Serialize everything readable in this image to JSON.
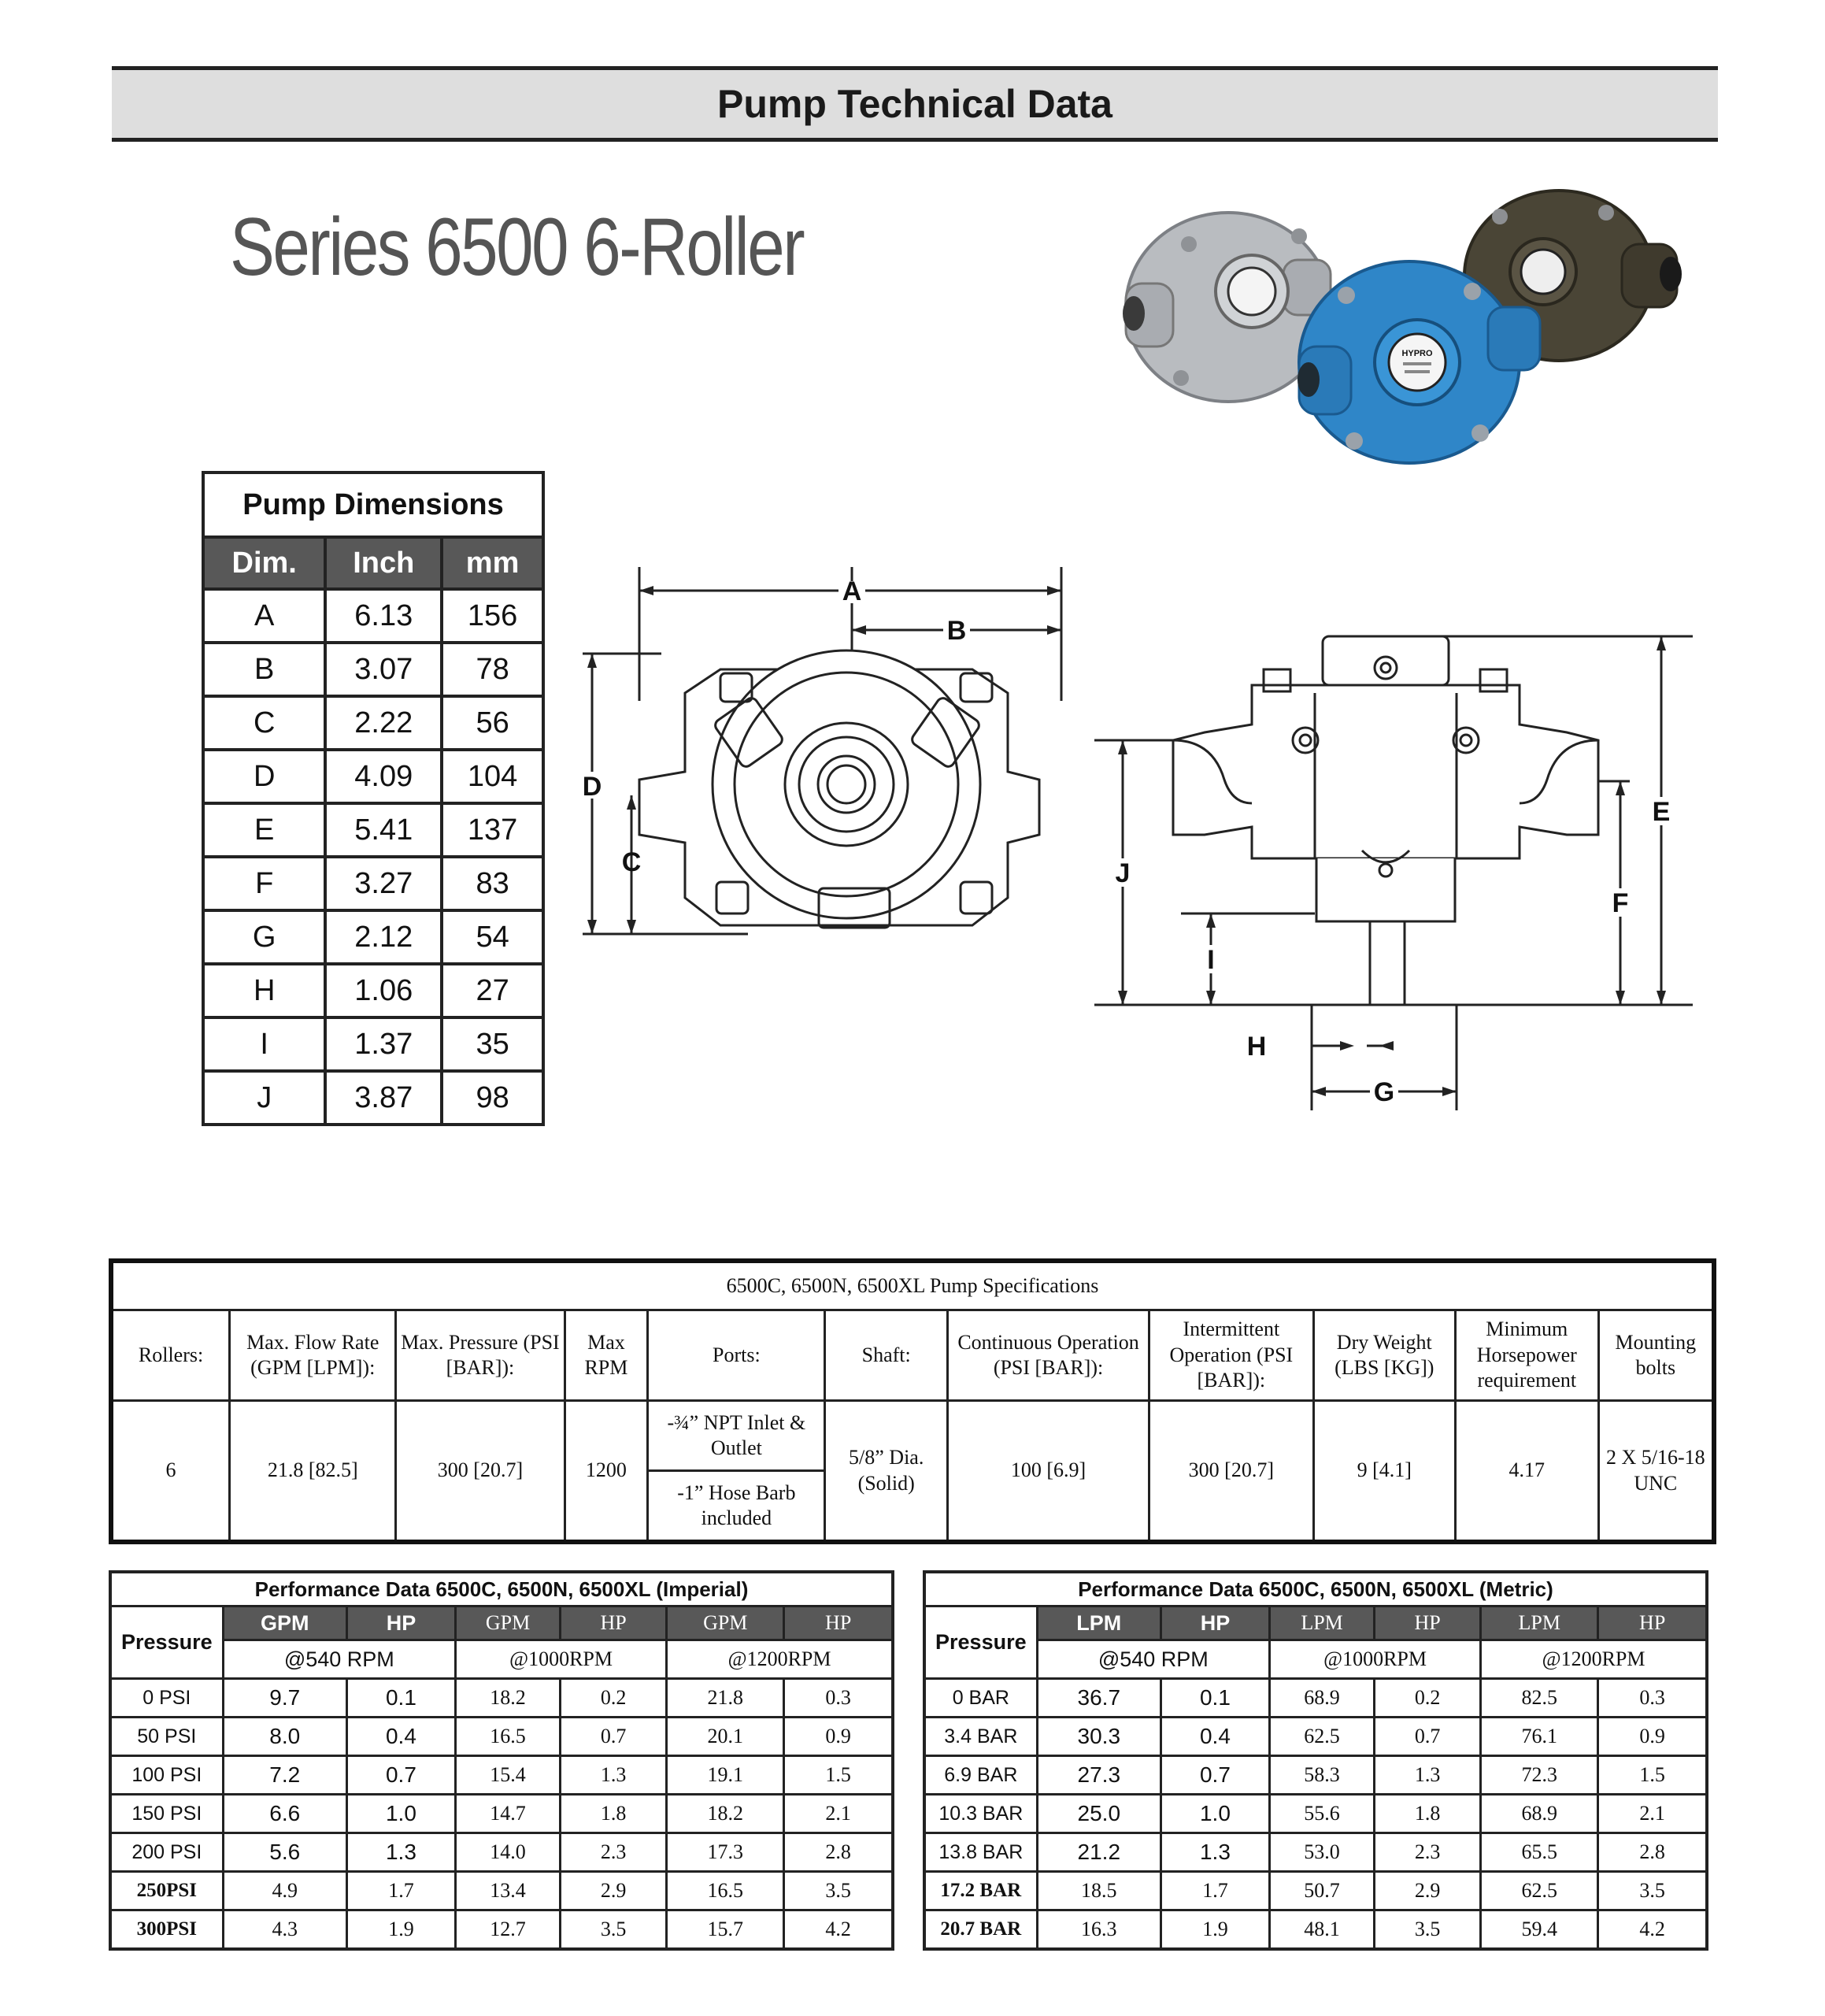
{
  "header": {
    "title": "Pump Technical Data"
  },
  "series_title": "Series 6500 6-Roller",
  "pump_image": {
    "brand_label": "HYPRO"
  },
  "dimensions_table": {
    "caption": "Pump Dimensions",
    "headers": [
      "Dim.",
      "Inch",
      "mm"
    ],
    "rows": [
      [
        "A",
        "6.13",
        "156"
      ],
      [
        "B",
        "3.07",
        "78"
      ],
      [
        "C",
        "2.22",
        "56"
      ],
      [
        "D",
        "4.09",
        "104"
      ],
      [
        "E",
        "5.41",
        "137"
      ],
      [
        "F",
        "3.27",
        "83"
      ],
      [
        "G",
        "2.12",
        "54"
      ],
      [
        "H",
        "1.06",
        "27"
      ],
      [
        "I",
        "1.37",
        "35"
      ],
      [
        "J",
        "3.87",
        "98"
      ]
    ]
  },
  "drawing_labels": {
    "A": "A",
    "B": "B",
    "C": "C",
    "D": "D",
    "E": "E",
    "F": "F",
    "G": "G",
    "H": "H",
    "I": "I",
    "J": "J"
  },
  "specs_table": {
    "title": "6500C, 6500N, 6500XL Pump Specifications",
    "headers": [
      "Rollers:",
      "Max. Flow Rate (GPM [LPM]):",
      "Max. Pressure (PSI [BAR]):",
      "Max RPM",
      "Ports:",
      "Shaft:",
      "Continuous Operation (PSI [BAR]):",
      "Intermittent Operation (PSI [BAR]):",
      "Dry Weight (LBS [KG])",
      "Minimum Horsepower requirement",
      "Mounting bolts"
    ],
    "values": {
      "rollers": "6",
      "flow": "21.8 [82.5]",
      "pressure": "300 [20.7]",
      "rpm": "1200",
      "port1": "-¾” NPT Inlet & Outlet",
      "port2": "-1” Hose Barb included",
      "shaft": "5/8” Dia. (Solid)",
      "continuous": "100 [6.9]",
      "intermittent": "300 [20.7]",
      "weight": "9 [4.1]",
      "horsepower": "4.17",
      "bolts": "2 X 5/16-18 UNC"
    }
  },
  "perf_imperial": {
    "title": "Performance Data 6500C, 6500N, 6500XL  (Imperial)",
    "pressure_header": "Pressure",
    "col_heads": [
      "GPM",
      "HP",
      "GPM",
      "HP",
      "GPM",
      "HP"
    ],
    "rpm_heads": [
      "@540 RPM",
      "@1000RPM",
      "@1200RPM"
    ],
    "rows": [
      [
        "0 PSI",
        "9.7",
        "0.1",
        "18.2",
        "0.2",
        "21.8",
        "0.3"
      ],
      [
        "50 PSI",
        "8.0",
        "0.4",
        "16.5",
        "0.7",
        "20.1",
        "0.9"
      ],
      [
        "100 PSI",
        "7.2",
        "0.7",
        "15.4",
        "1.3",
        "19.1",
        "1.5"
      ],
      [
        "150 PSI",
        "6.6",
        "1.0",
        "14.7",
        "1.8",
        "18.2",
        "2.1"
      ],
      [
        "200 PSI",
        "5.6",
        "1.3",
        "14.0",
        "2.3",
        "17.3",
        "2.8"
      ],
      [
        "250PSI",
        "4.9",
        "1.7",
        "13.4",
        "2.9",
        "16.5",
        "3.5"
      ],
      [
        "300PSI",
        "4.3",
        "1.9",
        "12.7",
        "3.5",
        "15.7",
        "4.2"
      ]
    ]
  },
  "perf_metric": {
    "title": "Performance Data 6500C, 6500N, 6500XL  (Metric)",
    "pressure_header": "Pressure",
    "col_heads": [
      "LPM",
      "HP",
      "LPM",
      "HP",
      "LPM",
      "HP"
    ],
    "rpm_heads": [
      "@540 RPM",
      "@1000RPM",
      "@1200RPM"
    ],
    "rows": [
      [
        "0 BAR",
        "36.7",
        "0.1",
        "68.9",
        "0.2",
        "82.5",
        "0.3"
      ],
      [
        "3.4 BAR",
        "30.3",
        "0.4",
        "62.5",
        "0.7",
        "76.1",
        "0.9"
      ],
      [
        "6.9 BAR",
        "27.3",
        "0.7",
        "58.3",
        "1.3",
        "72.3",
        "1.5"
      ],
      [
        "10.3 BAR",
        "25.0",
        "1.0",
        "55.6",
        "1.8",
        "68.9",
        "2.1"
      ],
      [
        "13.8 BAR",
        "21.2",
        "1.3",
        "53.0",
        "2.3",
        "65.5",
        "2.8"
      ],
      [
        "17.2 BAR",
        "18.5",
        "1.7",
        "50.7",
        "2.9",
        "62.5",
        "3.5"
      ],
      [
        "20.7 BAR",
        "16.3",
        "1.9",
        "48.1",
        "3.5",
        "59.4",
        "4.2"
      ]
    ]
  }
}
